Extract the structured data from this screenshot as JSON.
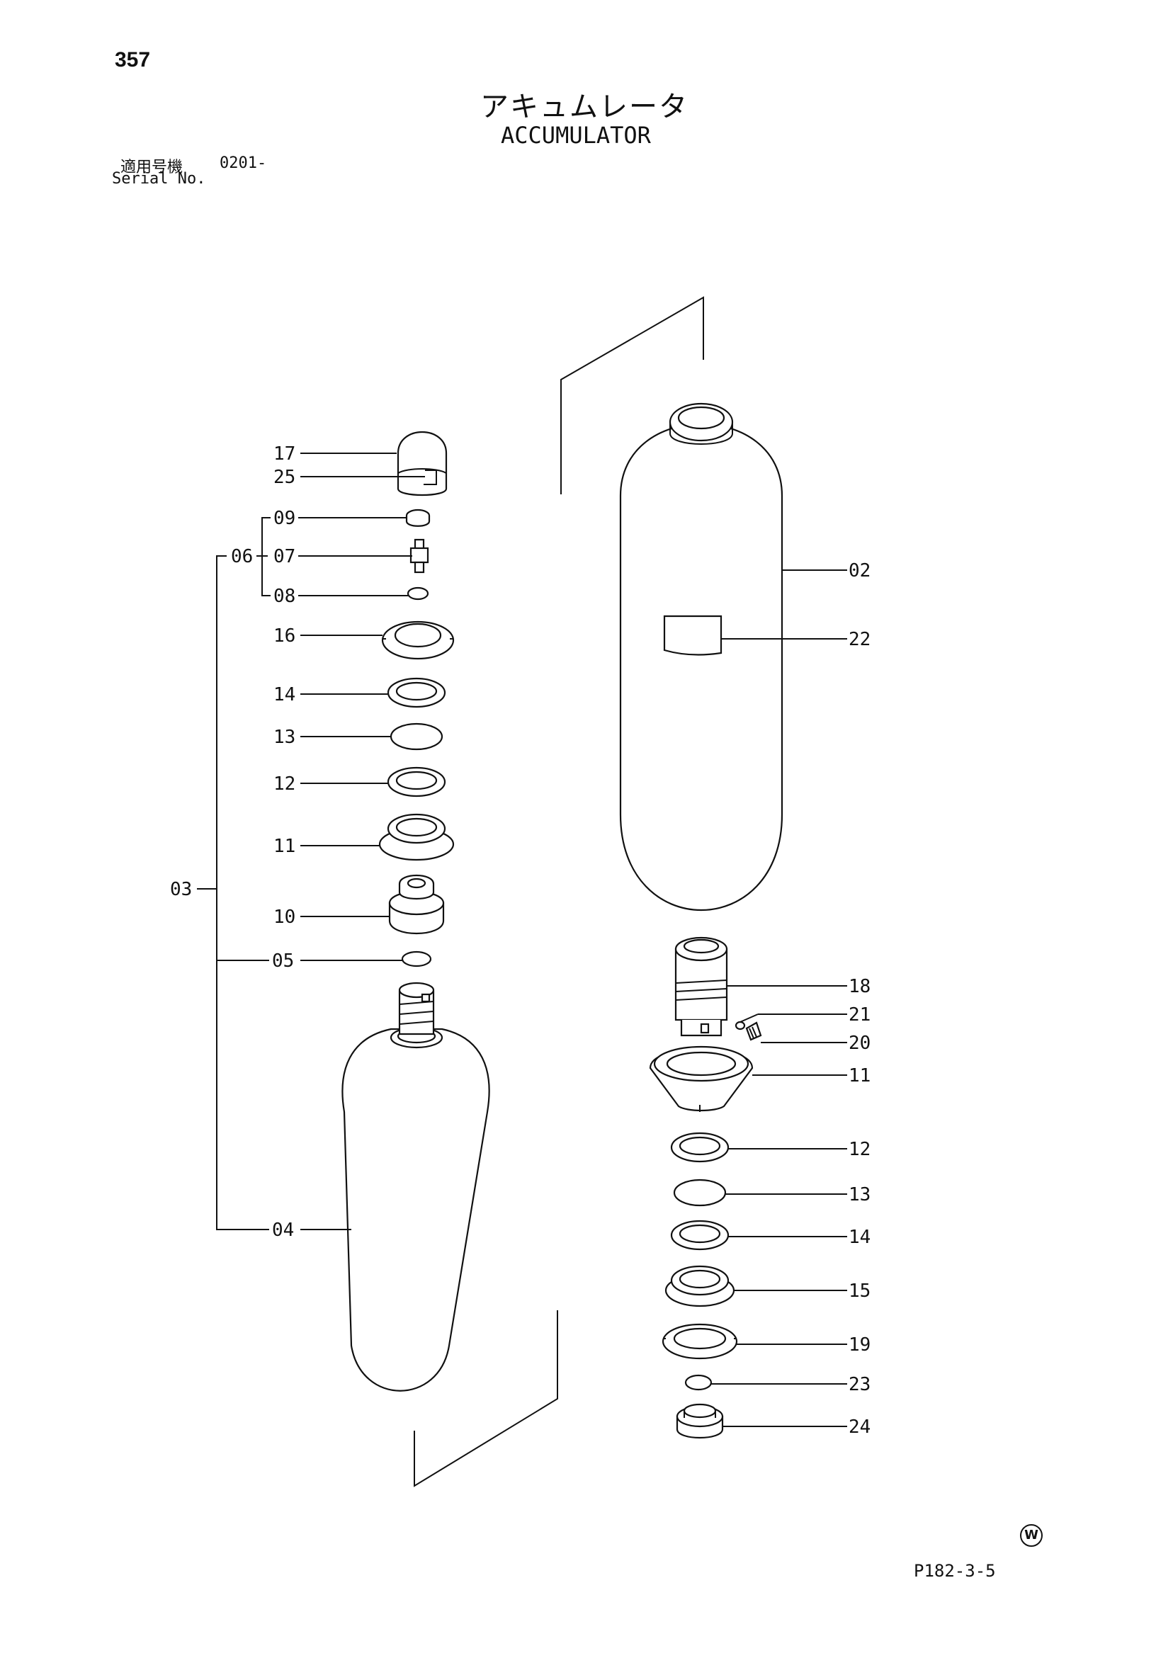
{
  "header": {
    "page_number": "357",
    "title_jp": "アキュムレータ",
    "title_en": "ACCUMULATOR",
    "serial_label_jp": "適用号機",
    "serial_value": "0201-",
    "serial_label_en": "Serial No."
  },
  "footer": {
    "ref_code": "P182-3-5",
    "mark": "W"
  },
  "labels": {
    "l17": "17",
    "l25": "25",
    "l09": "09",
    "l06": "06",
    "l07": "07",
    "l08": "08",
    "l16": "16",
    "l14a": "14",
    "l13a": "13",
    "l12a": "12",
    "l11a": "11",
    "l03": "03",
    "l10": "10",
    "l05": "05",
    "l04": "04",
    "l02": "02",
    "l22": "22",
    "l18": "18",
    "l21": "21",
    "l20": "20",
    "l11b": "11",
    "l12b": "12",
    "l13b": "13",
    "l14b": "14",
    "l15": "15",
    "l19": "19",
    "l23": "23",
    "l24": "24"
  }
}
